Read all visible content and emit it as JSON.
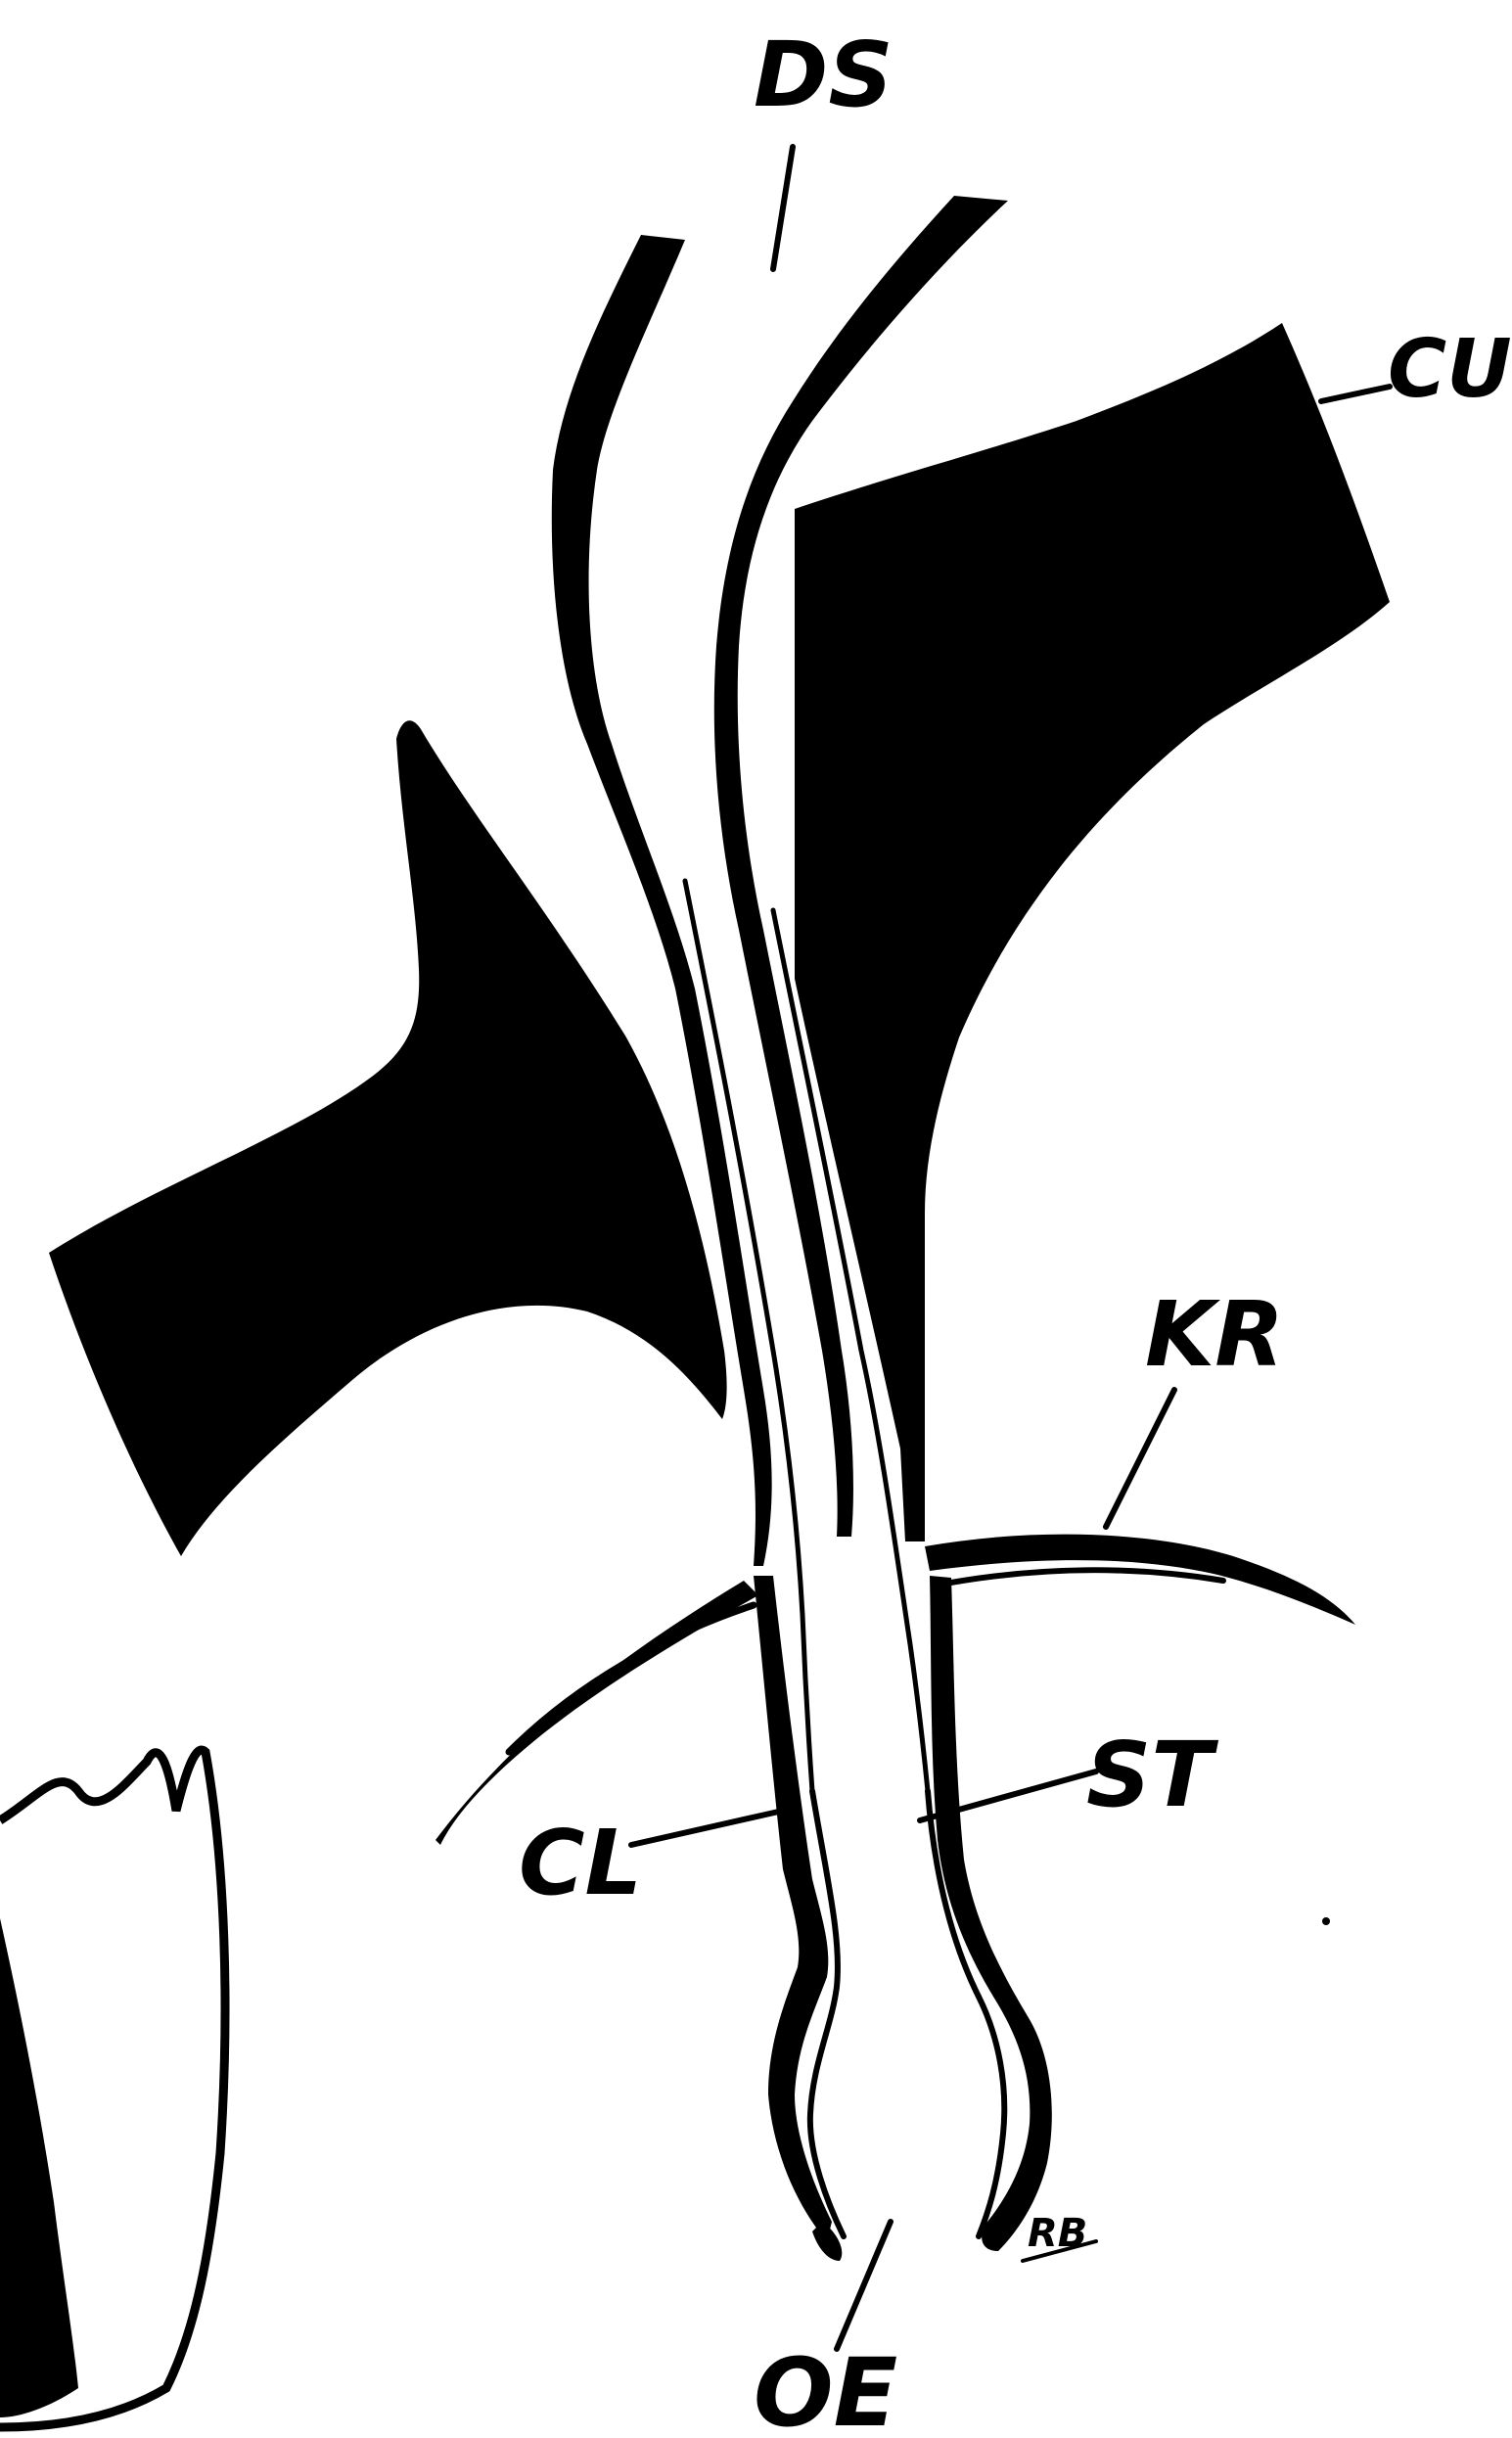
{
  "labels": {
    "ds": "DS",
    "cu": "CU",
    "kr": "KR",
    "st": "ST",
    "cl": "CL",
    "oe": "OE",
    "signature": "RB"
  },
  "colors": {
    "ink": "#000000",
    "paper": "#ffffff"
  }
}
